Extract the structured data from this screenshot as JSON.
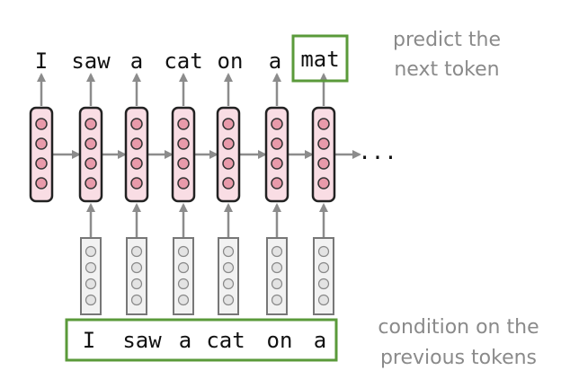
{
  "output_tokens": [
    "I",
    "saw",
    "a",
    "cat",
    "on",
    "a",
    "mat"
  ],
  "input_tokens": [
    "I",
    "saw",
    "a",
    "cat",
    "on",
    "a"
  ],
  "ellipsis": "...",
  "annotations": {
    "predict_line1": "predict the",
    "predict_line2": "next token",
    "condition_line1": "condition on the",
    "condition_line2": "previous tokens"
  },
  "colors": {
    "hidden_fill": "#f9dde4",
    "hidden_dot": "#e89aaa",
    "input_fill": "#f2f2f2",
    "input_dot": "#e3e3e3",
    "highlight_border": "#5a9a3a",
    "arrow": "#8c8c8c"
  }
}
